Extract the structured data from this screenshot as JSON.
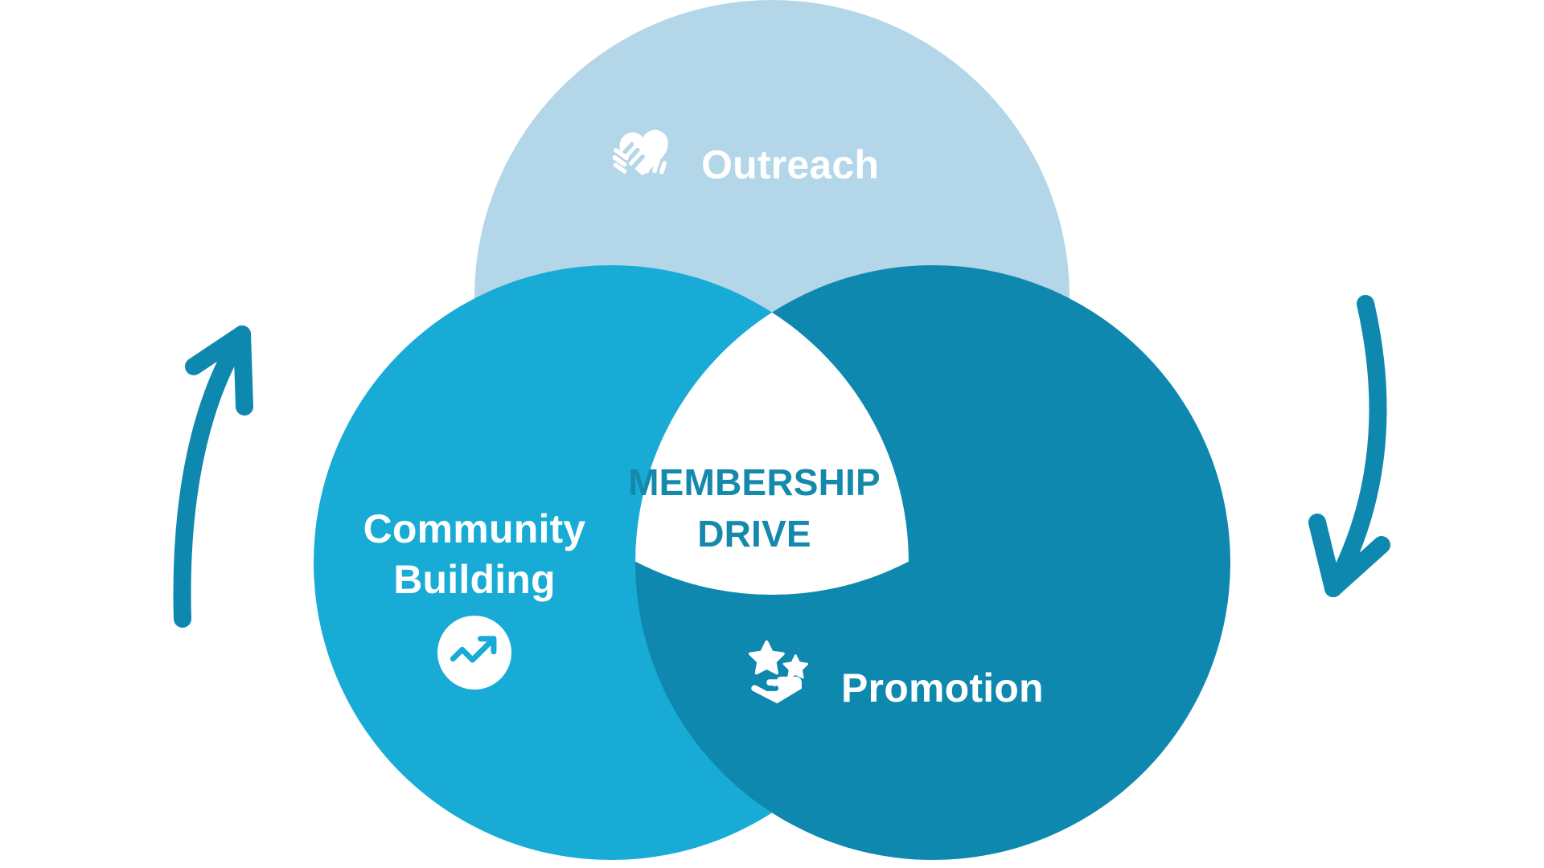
{
  "diagram": {
    "type": "venn-3-circle",
    "background_color": "#FFFFFF",
    "center": {
      "label_line1": "MEMBERSHIP",
      "label_line2": "DRIVE",
      "text_color": "#1589AC",
      "fill_color": "#FFFFFF"
    },
    "sets": [
      {
        "key": "outreach",
        "label": "Outreach",
        "icon": "heart-in-hands-icon",
        "fill_color": "#B3D6E8",
        "text_color": "#FFFFFF",
        "position": "top"
      },
      {
        "key": "community_building",
        "label_line1": "Community",
        "label_line2": "Building",
        "label": "Community Building",
        "icon": "growth-chart-icon",
        "fill_color": "#17ABD6",
        "text_color": "#FFFFFF",
        "position": "bottom-left"
      },
      {
        "key": "promotion",
        "label": "Promotion",
        "icon": "hand-holding-stars-icon",
        "fill_color": "#0E88AE",
        "text_color": "#FFFFFF",
        "position": "bottom-right"
      }
    ],
    "decorations": [
      {
        "key": "arrow_left",
        "icon": "curved-arrow-up-icon",
        "color": "#0E88AE",
        "direction": "up"
      },
      {
        "key": "arrow_right",
        "icon": "curved-arrow-down-icon",
        "color": "#0E88AE",
        "direction": "down"
      }
    ]
  }
}
